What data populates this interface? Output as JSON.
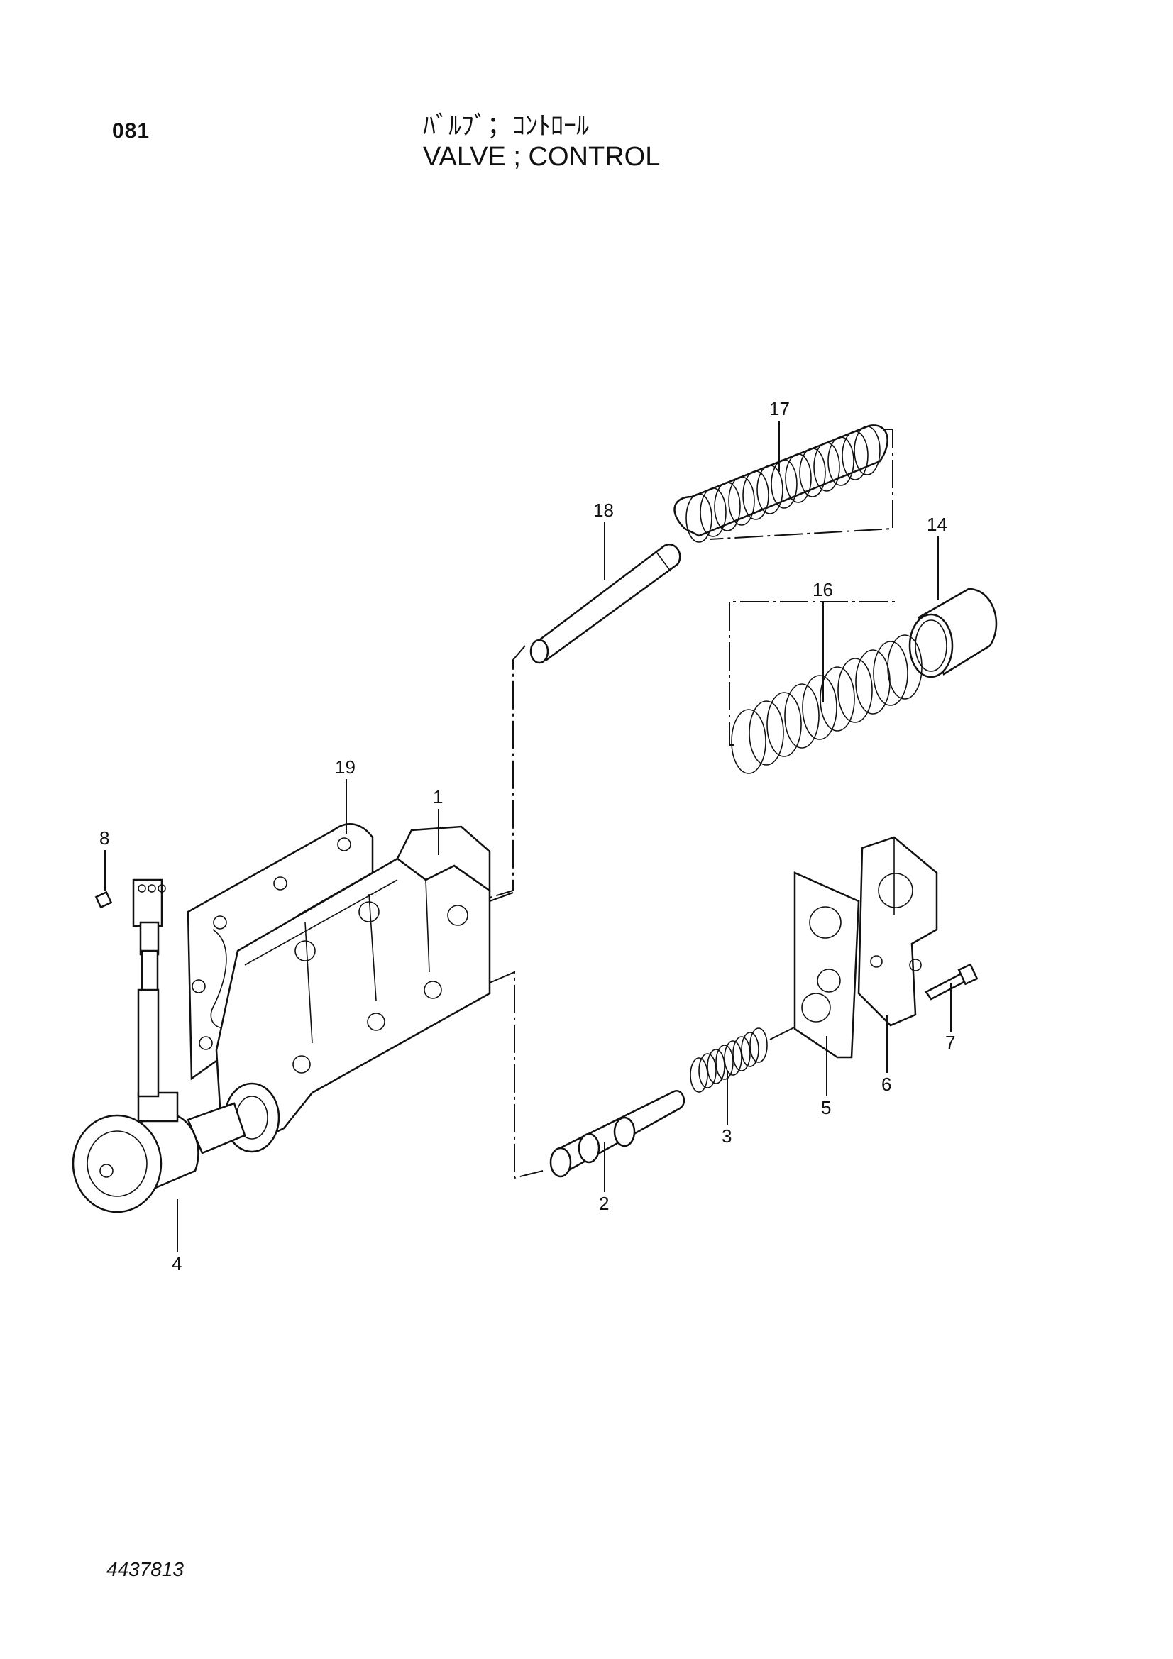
{
  "header": {
    "page_number": "081",
    "title_jp": "ﾊﾞﾙﾌﾞ；ｺﾝﾄﾛｰﾙ",
    "title_en": "VALVE ; CONTROL"
  },
  "footer": {
    "drawing_number": "4437813"
  },
  "callouts": [
    {
      "id": "c17",
      "label": "17"
    },
    {
      "id": "c18",
      "label": "18"
    },
    {
      "id": "c14",
      "label": "14"
    },
    {
      "id": "c16",
      "label": "16"
    },
    {
      "id": "c19",
      "label": "19"
    },
    {
      "id": "c1",
      "label": "1"
    },
    {
      "id": "c8",
      "label": "8"
    },
    {
      "id": "c7",
      "label": "7"
    },
    {
      "id": "c6",
      "label": "6"
    },
    {
      "id": "c5",
      "label": "5"
    },
    {
      "id": "c3",
      "label": "3"
    },
    {
      "id": "c2",
      "label": "2"
    },
    {
      "id": "c4",
      "label": "4"
    }
  ]
}
